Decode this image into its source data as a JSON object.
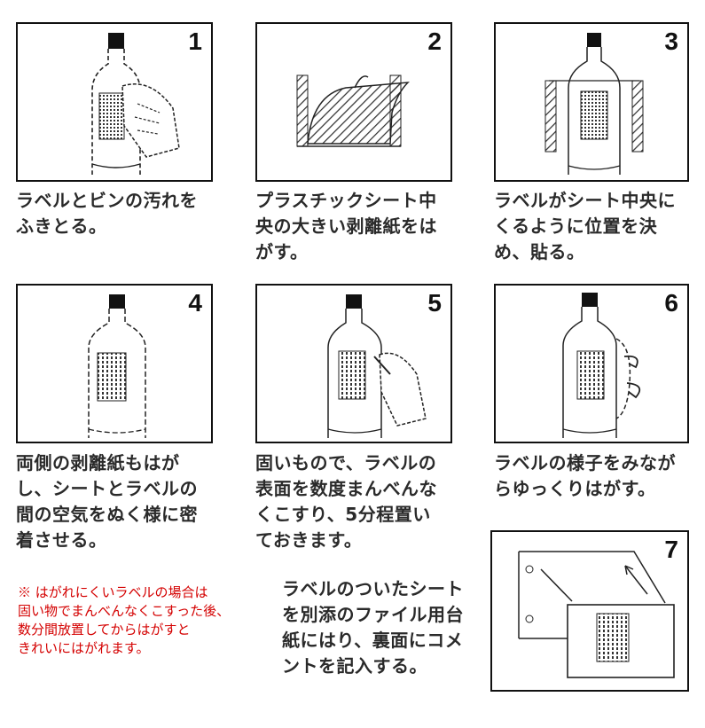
{
  "steps": [
    {
      "number": "1",
      "caption": "ラベルとビンの汚れを\nふきとる。"
    },
    {
      "number": "2",
      "caption": "プラスチックシート中\n央の大きい剥離紙をは\nがす。"
    },
    {
      "number": "3",
      "caption": "ラベルがシート中央に\nくるように位置を決\nめ、貼る。"
    },
    {
      "number": "4",
      "caption": "両側の剥離紙もはが\nし、シートとラベルの\n間の空気をぬく様に密\n着させる。"
    },
    {
      "number": "5",
      "caption": "固いもので、ラベルの\n表面を数度まんべんな\nくこすり、5分程置い\nておきます。"
    },
    {
      "number": "6",
      "caption": "ラベルの様子をみなが\nらゆっくりはがす。"
    },
    {
      "number": "7",
      "caption": "ラベルのついたシート\nを別添のファイル用台\n紙にはり、裏面にコメ\nントを記入する。"
    }
  ],
  "note": "※ はがれにくいラベルの場合は\n固い物でまんべんなくこすった後、\n数分間放置してからはがすと\nきれいにはがれます。",
  "colors": {
    "note": "#d40000",
    "ink": "#111111"
  }
}
